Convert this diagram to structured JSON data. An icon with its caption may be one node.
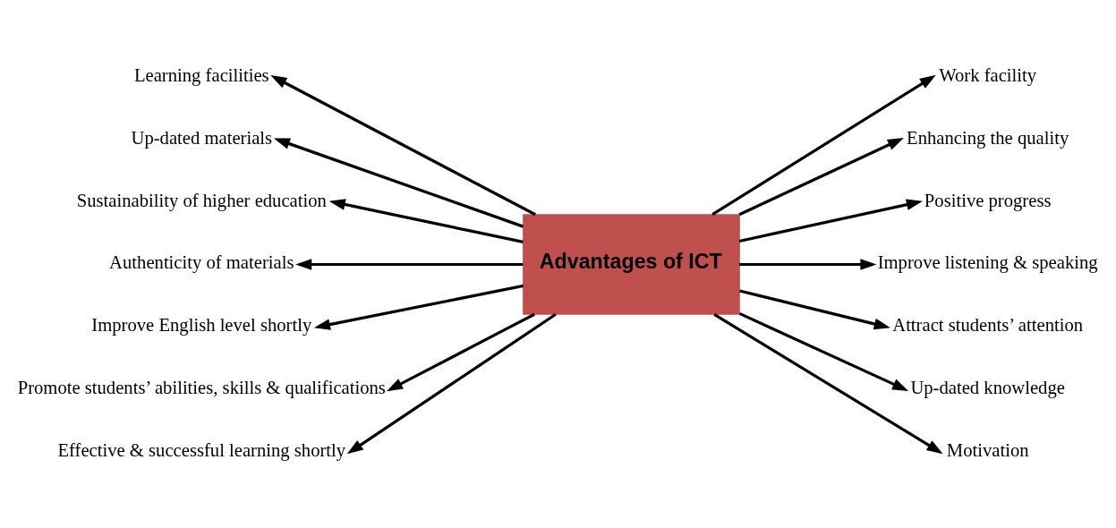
{
  "diagram": {
    "nodes": [
      {
        "text": [
          "Advantages of ICT"
        ]
      },
      {
        "text": [
          "Learning facilities"
        ]
      },
      {
        "text": [
          "Up-dated materials"
        ]
      },
      {
        "text": [
          "Sustainability of higher education"
        ]
      },
      {
        "text": [
          "Authenticity of materials"
        ]
      },
      {
        "text": [
          "Improve English level shortly"
        ]
      },
      {
        "text": [
          "Promote students’ abilities, skills & qualifications"
        ]
      },
      {
        "text": [
          "Effective & successful learning shortly"
        ]
      },
      {
        "text": [
          "Work facility"
        ]
      },
      {
        "text": [
          "Enhancing the quality"
        ]
      },
      {
        "text": [
          "Positive progress"
        ]
      },
      {
        "text": [
          "Improve listening & speaking"
        ]
      },
      {
        "text": [
          "Attract students’ attention"
        ]
      },
      {
        "text": [
          "Up-dated knowledge"
        ]
      },
      {
        "text": [
          "Motivation"
        ]
      }
    ],
    "edges": [
      {
        "from": 0,
        "to": 1,
        "arrow": "to"
      },
      {
        "from": 0,
        "to": 2,
        "arrow": "to"
      },
      {
        "from": 0,
        "to": 3,
        "arrow": "to"
      },
      {
        "from": 0,
        "to": 4,
        "arrow": "to"
      },
      {
        "from": 0,
        "to": 5,
        "arrow": "to"
      },
      {
        "from": 0,
        "to": 6,
        "arrow": "to"
      },
      {
        "from": 0,
        "to": 7,
        "arrow": "to"
      },
      {
        "from": 0,
        "to": 8,
        "arrow": "to"
      },
      {
        "from": 0,
        "to": 9,
        "arrow": "to"
      },
      {
        "from": 0,
        "to": 10,
        "arrow": "to"
      },
      {
        "from": 0,
        "to": 11,
        "arrow": "to"
      },
      {
        "from": 0,
        "to": 12,
        "arrow": "to"
      },
      {
        "from": 0,
        "to": 13,
        "arrow": "to"
      },
      {
        "from": 0,
        "to": 14,
        "arrow": "to"
      }
    ]
  }
}
